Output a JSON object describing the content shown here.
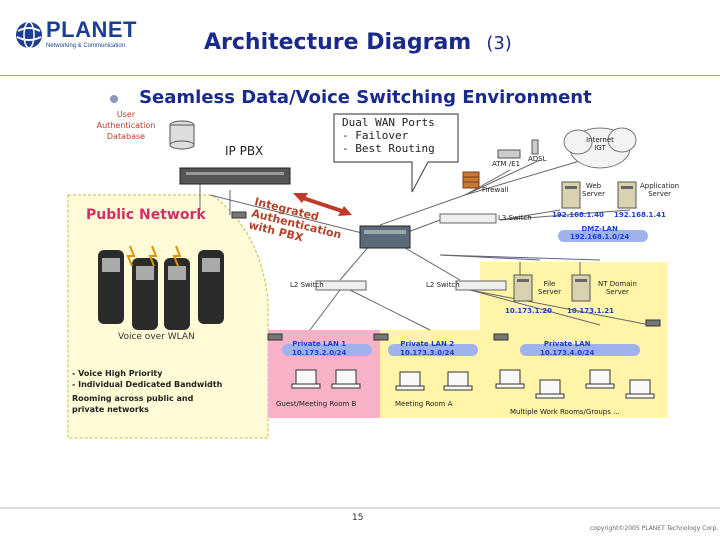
{
  "header": {
    "logo_text": "PLANET",
    "logo_sub": "Networking & Communication",
    "title": "Architecture Diagram",
    "title_num": "(3)"
  },
  "bullet": "Seamless Data/Voice Switching Environment",
  "user_auth_db": [
    "User",
    "Authentication",
    "Database"
  ],
  "ip_pbx": "IP PBX",
  "callout": [
    "Dual WAN Ports",
    "- Failover",
    "- Best Routing"
  ],
  "internet": [
    "Internet",
    "IGT"
  ],
  "wan": {
    "atm": "ATM /E1",
    "adsl": "ADSL",
    "firewall": "Firewall"
  },
  "public_network": "Public Network",
  "integrated": [
    "Integrated",
    "Authentication",
    "with PBX"
  ],
  "voice_over_wlan": "Voice over WLAN",
  "features": [
    "- Voice High Priority",
    "- Individual Dedicated Bandwidth",
    "Rooming across public and",
    "private networks"
  ],
  "switches": {
    "l3": "L3 Switch",
    "l2a": "L2 Switch",
    "l2b": "L2 Switch"
  },
  "servers": {
    "web": [
      "Web",
      "Server"
    ],
    "app": [
      "Application",
      "Server"
    ],
    "web_ip": "192.168.1.40",
    "app_ip": "192.168.1.41",
    "dmz": [
      "DMZ-LAN",
      "192.168.1.0/24"
    ],
    "file": [
      "File",
      "Server"
    ],
    "ntdomain": [
      "NT Domain",
      "Server"
    ],
    "file_ip": "10.173.1.20",
    "ntdomain_ip": "10.173.1.21"
  },
  "lans": {
    "lan1": [
      "Private LAN 1",
      "10.173.2.0/24"
    ],
    "lan2": [
      "Private LAN 2",
      "10.173.3.0/24"
    ],
    "lan3": [
      "Private LAN",
      "10.173.4.0/24"
    ]
  },
  "rooms": {
    "guest": "Guest/Meeting Room B",
    "meeting": "Meeting Room A",
    "work": "Multiple Work Rooms/Groups ..."
  },
  "footer": {
    "page": "15",
    "copyright": "copyright©2005 PLANET Technology Corp."
  },
  "colors": {
    "title": "#1a2a8c",
    "public_bg": "#fffbd6",
    "pink": "#f7b2c8",
    "yellow": "#fff4a8",
    "blue_bar": "#9fb2ec"
  }
}
